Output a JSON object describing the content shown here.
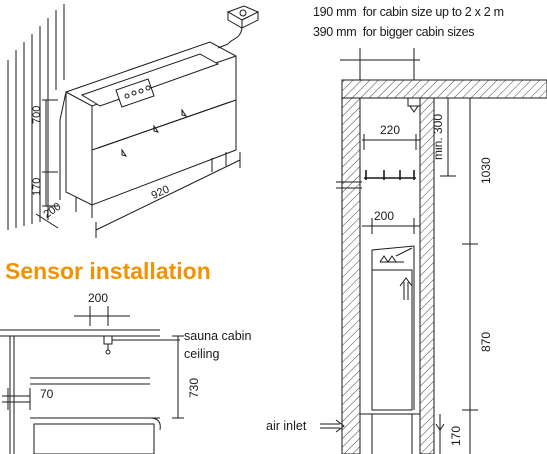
{
  "heater_view": {
    "dim_height": "700",
    "dim_leg": "170",
    "dim_depth": "200",
    "dim_width": "920"
  },
  "sensor": {
    "title": "Sensor installation",
    "title_color": "#f39200",
    "dim_spacing": "200",
    "ceiling_label": "sauna cabin",
    "ceiling_label2": "ceiling",
    "dim_below_ceiling": "730",
    "dim_wall": "70"
  },
  "notes": {
    "line1_value": "190 mm",
    "line1_text": "for cabin size up to 2 x 2 m",
    "line2_value": "390 mm",
    "line2_text": "for bigger cabin sizes"
  },
  "section": {
    "dim_vent": "220",
    "dim_min": "min. 300",
    "dim_upper": "1030",
    "dim_heater_gap": "200",
    "dim_lower": "870",
    "dim_base": "170",
    "air_inlet": "air inlet"
  }
}
